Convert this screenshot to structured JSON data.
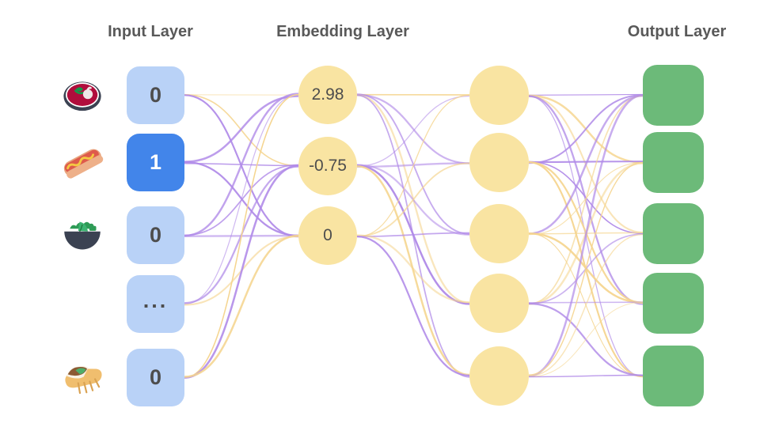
{
  "titles": {
    "input": "Input Layer",
    "embedding": "Embedding Layer",
    "output": "Output Layer"
  },
  "colors": {
    "input_inactive": "#b9d2f7",
    "input_active": "#4285ea",
    "embedding_node": "#f9e4a2",
    "hidden_node": "#f9e4a2",
    "output_node": "#6cba79",
    "edge_purple": "#b08ae8",
    "edge_yellow": "#f5d58f",
    "title_text": "#595959",
    "node_text": "#4d4d4d",
    "active_text": "#ffffff",
    "background": "#ffffff"
  },
  "input_layer": {
    "count": 5,
    "nodes": [
      {
        "icon": "beet-soup-bowl-icon",
        "value": "0",
        "active": false
      },
      {
        "icon": "hot-dog-icon",
        "value": "1",
        "active": true
      },
      {
        "icon": "green-salad-bowl-icon",
        "value": "0",
        "active": false
      },
      {
        "icon": "ellipsis-icon",
        "value": "...",
        "active": false
      },
      {
        "icon": "burrito-icon",
        "value": "0",
        "active": false
      }
    ]
  },
  "embedding_layer": {
    "count": 3,
    "values": [
      "2.98",
      "-0.75",
      "0"
    ]
  },
  "hidden_layer": {
    "count": 5,
    "values": [
      "",
      "",
      "",
      "",
      ""
    ]
  },
  "output_layer": {
    "count": 5,
    "values": [
      "",
      "",
      "",
      "",
      ""
    ]
  }
}
